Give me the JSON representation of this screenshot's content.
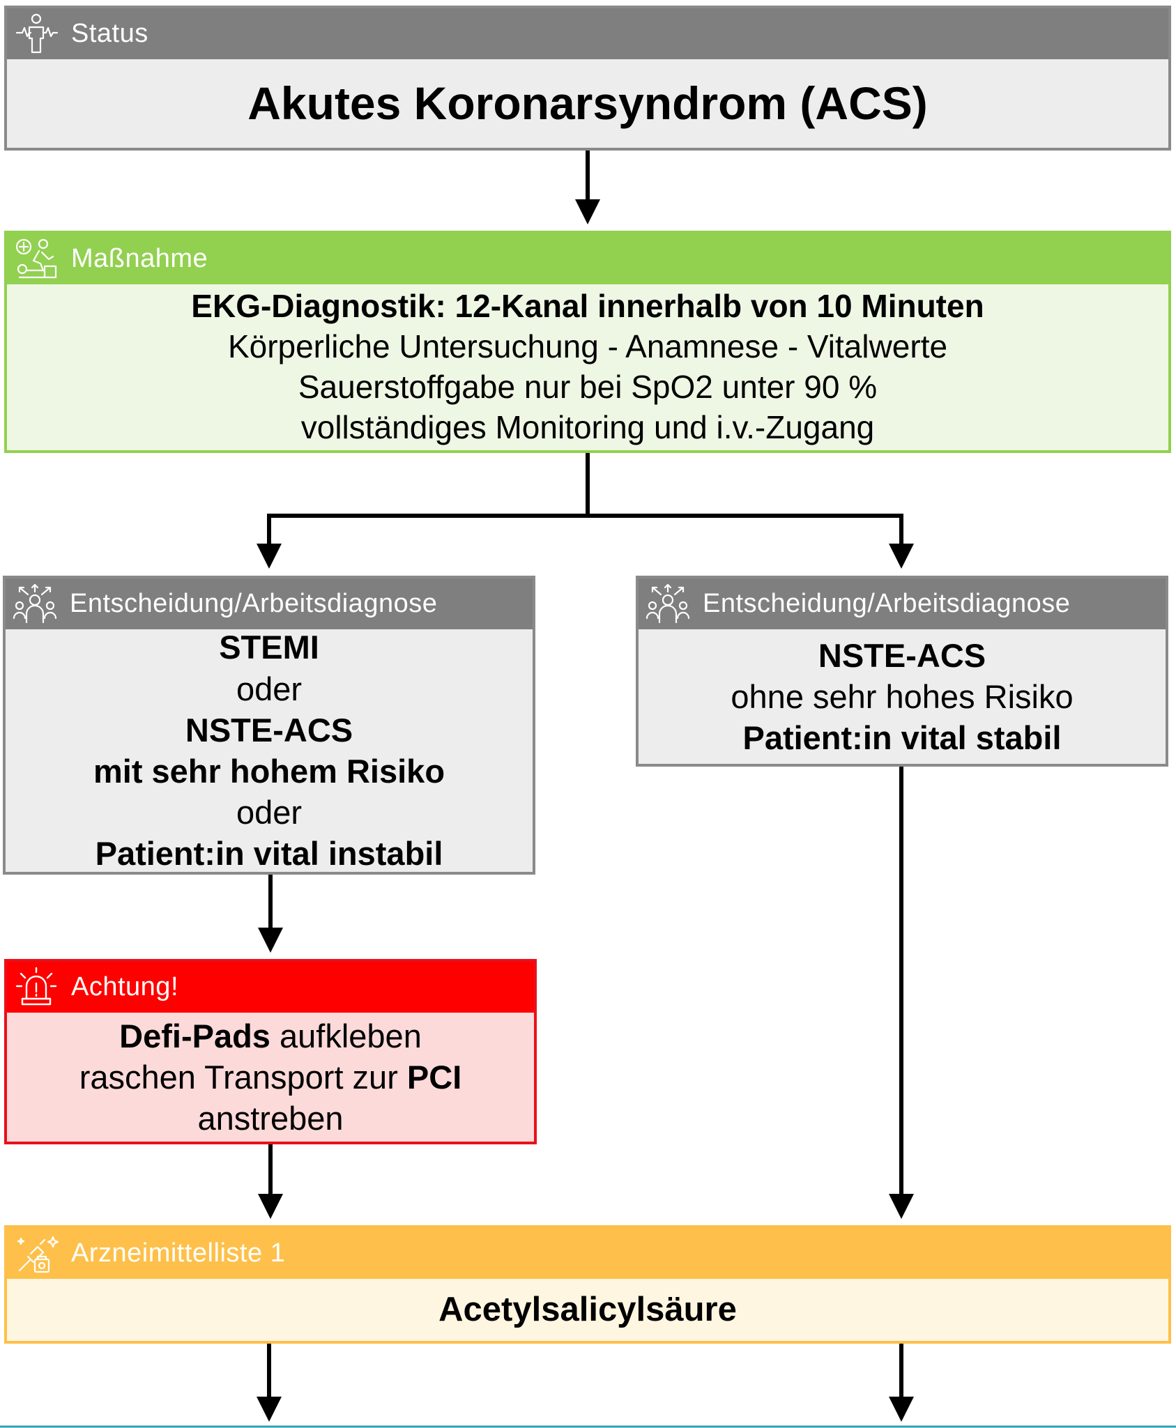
{
  "status": {
    "header": "Status",
    "title": "Akutes Koronarsyndrom (ACS)",
    "icon": "monitor-person-icon"
  },
  "measure": {
    "header": "Maßnahme",
    "icon": "first-aid-cpr-icon",
    "lines": [
      "EKG-Diagnostik: 12-Kanal innerhalb von 10 Minuten",
      "Körperliche Untersuchung - Anamnese - Vitalwerte",
      "Sauerstoffgabe nur bei SpO2 unter 90 %",
      "vollständiges Monitoring und i.v.-Zugang"
    ]
  },
  "decision_left": {
    "header": "Entscheidung/Arbeitsdiagnose",
    "icon": "decision-arrows-icon",
    "lines": [
      "STEMI",
      "oder",
      "NSTE-ACS",
      "mit sehr hohem Risiko",
      "oder",
      "Patient:in vital instabil"
    ]
  },
  "decision_right": {
    "header": "Entscheidung/Arbeitsdiagnose",
    "icon": "decision-arrows-icon",
    "lines": [
      "NSTE-ACS",
      "ohne sehr hohes Risiko",
      "Patient:in vital stabil"
    ]
  },
  "warning": {
    "header": "Achtung!",
    "icon": "alarm-siren-icon",
    "line1_bold": "Defi-Pads",
    "line1_rest": " aufkleben",
    "line2_rest": "raschen Transport zur ",
    "line2_bold": "PCI",
    "line3": "anstreben"
  },
  "medication": {
    "header": "Arzneimittelliste 1",
    "icon": "medicine-syringe-icon",
    "title": "Acetylsalicylsäure"
  },
  "colors": {
    "status": "#7f7f7f",
    "measure": "#92d050",
    "warning": "#ff0000",
    "medication": "#fec04a"
  }
}
